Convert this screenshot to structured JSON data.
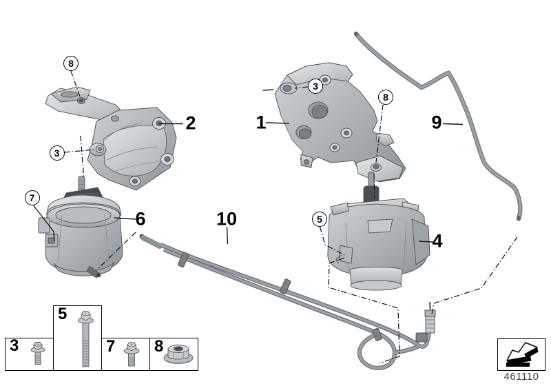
{
  "document": {
    "type": "engine-suspension-parts-diagram",
    "doc_number": "461110"
  },
  "callouts": {
    "circled": {
      "c8_left": "8",
      "c3_left": "3",
      "c3_right": "3",
      "c8_right": "8",
      "c7": "7",
      "c5": "5"
    },
    "plain": {
      "p1": "1",
      "p2": "2",
      "p4": "4",
      "p6": "6",
      "p9": "9",
      "p10": "10"
    }
  },
  "legend": {
    "items": [
      {
        "number": "3",
        "icon": "hex-flange-bolt-small"
      },
      {
        "number": "5",
        "icon": "hex-flange-bolt-long"
      },
      {
        "number": "7",
        "icon": "hex-flange-bolt-medium"
      },
      {
        "number": "8",
        "icon": "hex-flange-nut"
      }
    ]
  },
  "nav": {
    "arrow_icon": "page-direction-arrow"
  },
  "colors": {
    "background": "#ffffff",
    "line": "#000000",
    "part_light": "#e2e5e7",
    "part_mid": "#b6babd",
    "part_dark": "#868a8e",
    "rubber": "#45494d",
    "hose": "#8f9498",
    "footer_text": "#3a3a3a"
  }
}
